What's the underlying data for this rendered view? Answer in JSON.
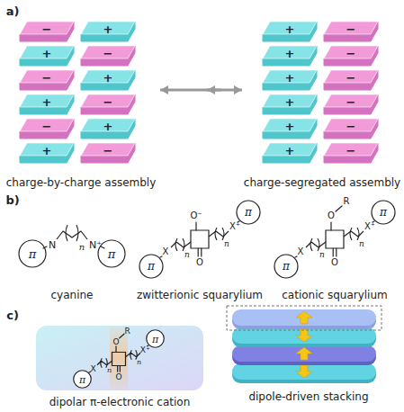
{
  "diagram": {
    "nodes": [
      {
        "text": [
          "charge-by-charge assembly"
        ]
      },
      {
        "text": [
          "charge-segregated assembly"
        ]
      },
      {
        "text": [
          "dipolar π-electronic cation"
        ]
      },
      {
        "text": [
          "dipole-driven stacking"
        ]
      }
    ],
    "edges": [
      {
        "from": 0,
        "to": 1,
        "arrow": "both"
      },
      {
        "from": 3,
        "to": 2,
        "arrow": "to"
      }
    ],
    "labels": [
      "a)",
      "b)",
      "c)",
      "−",
      "+",
      "+",
      "−",
      "−",
      "+",
      "+",
      "−",
      "−",
      "+",
      "+",
      "−",
      "+",
      "−",
      "+",
      "−",
      "+",
      "−",
      "+",
      "−",
      "+",
      "−",
      "+",
      "−",
      "π",
      "π",
      "N",
      "N⁺",
      "n",
      "π",
      "π",
      "X",
      "X⁺",
      "O⁻",
      "O",
      "n",
      "n",
      "π",
      "π",
      "X",
      "X⁺",
      "O",
      "R",
      "O",
      "n",
      "n",
      "π",
      "π",
      "X",
      "X⁺",
      "O",
      "R",
      "O",
      "n",
      "n",
      "cyanine",
      "zwitterionic squarylium",
      "cationic squarylium"
    ]
  }
}
